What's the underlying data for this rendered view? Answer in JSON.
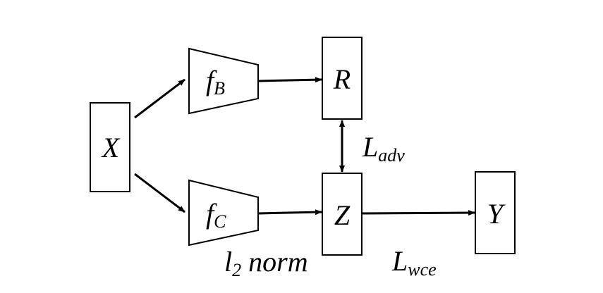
{
  "nodes": {
    "x": {
      "label": "X"
    },
    "fb": {
      "main": "f",
      "sub": "B"
    },
    "fc": {
      "main": "f",
      "sub": "C"
    },
    "r": {
      "label": "R"
    },
    "z": {
      "label": "Z"
    },
    "y": {
      "label": "Y"
    }
  },
  "edge_labels": {
    "adv": {
      "main": "L",
      "sub": "adv"
    },
    "wce": {
      "main": "L",
      "sub": "wce"
    },
    "norm": {
      "pre": "l",
      "sub": "2",
      "post": " norm"
    }
  },
  "colors": {
    "stroke": "#000000",
    "background": "#ffffff"
  }
}
